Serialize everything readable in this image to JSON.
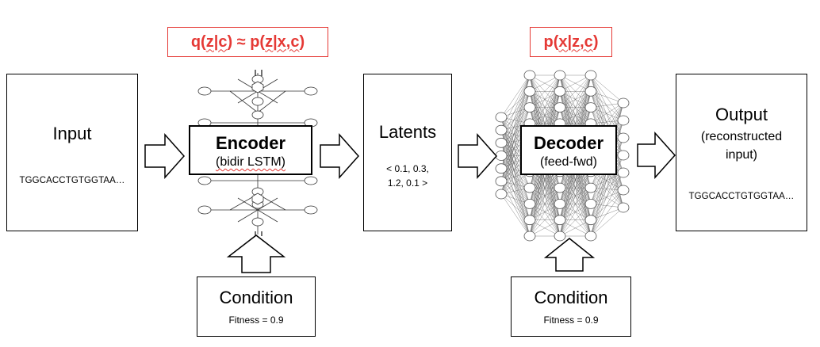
{
  "formulas": {
    "encoder": {
      "pre": "q(",
      "mid1": "z|c",
      "mid2": ") ≈ p(",
      "mid3": "z|x,c",
      "post": ")"
    },
    "decoder": {
      "pre": "p(",
      "mid1": "x|z,c",
      "post": ")"
    }
  },
  "input": {
    "title": "Input",
    "sequence": "TGGCACCTGTGGTAA…"
  },
  "encoder": {
    "title": "Encoder",
    "subtitle": "(bidir LSTM)"
  },
  "latents": {
    "title": "Latents",
    "line1": "< 0.1, 0.3,",
    "line2": "1.2, 0.1 >"
  },
  "decoder": {
    "title": "Decoder",
    "subtitle": "(feed-fwd)"
  },
  "output": {
    "title": "Output",
    "line1": "(reconstructed",
    "line2": "input)",
    "sequence": "TGGCACCTGTGGTAA…"
  },
  "condition_left": {
    "title": "Condition",
    "fitness": "Fitness = 0.9"
  },
  "condition_right": {
    "title": "Condition",
    "fitness": "Fitness = 0.9"
  }
}
